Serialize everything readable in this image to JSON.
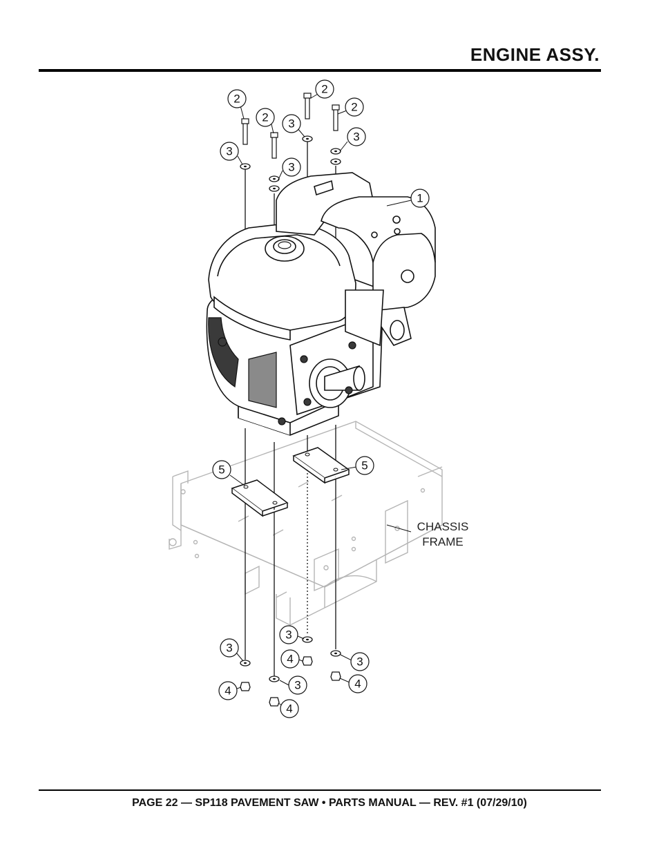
{
  "header": {
    "title": "ENGINE ASSY."
  },
  "footer": {
    "text": "PAGE 22 — SP118 PAVEMENT SAW • PARTS MANUAL — REV. #1 (07/29/10)"
  },
  "diagram": {
    "chassis_label_line1": "CHASSIS",
    "chassis_label_line2": "FRAME",
    "callouts": [
      "2",
      "2",
      "2",
      "2",
      "3",
      "3",
      "3",
      "3",
      "3",
      "1",
      "5",
      "5",
      "3",
      "3",
      "3",
      "3",
      "4",
      "4",
      "4",
      "4"
    ]
  }
}
